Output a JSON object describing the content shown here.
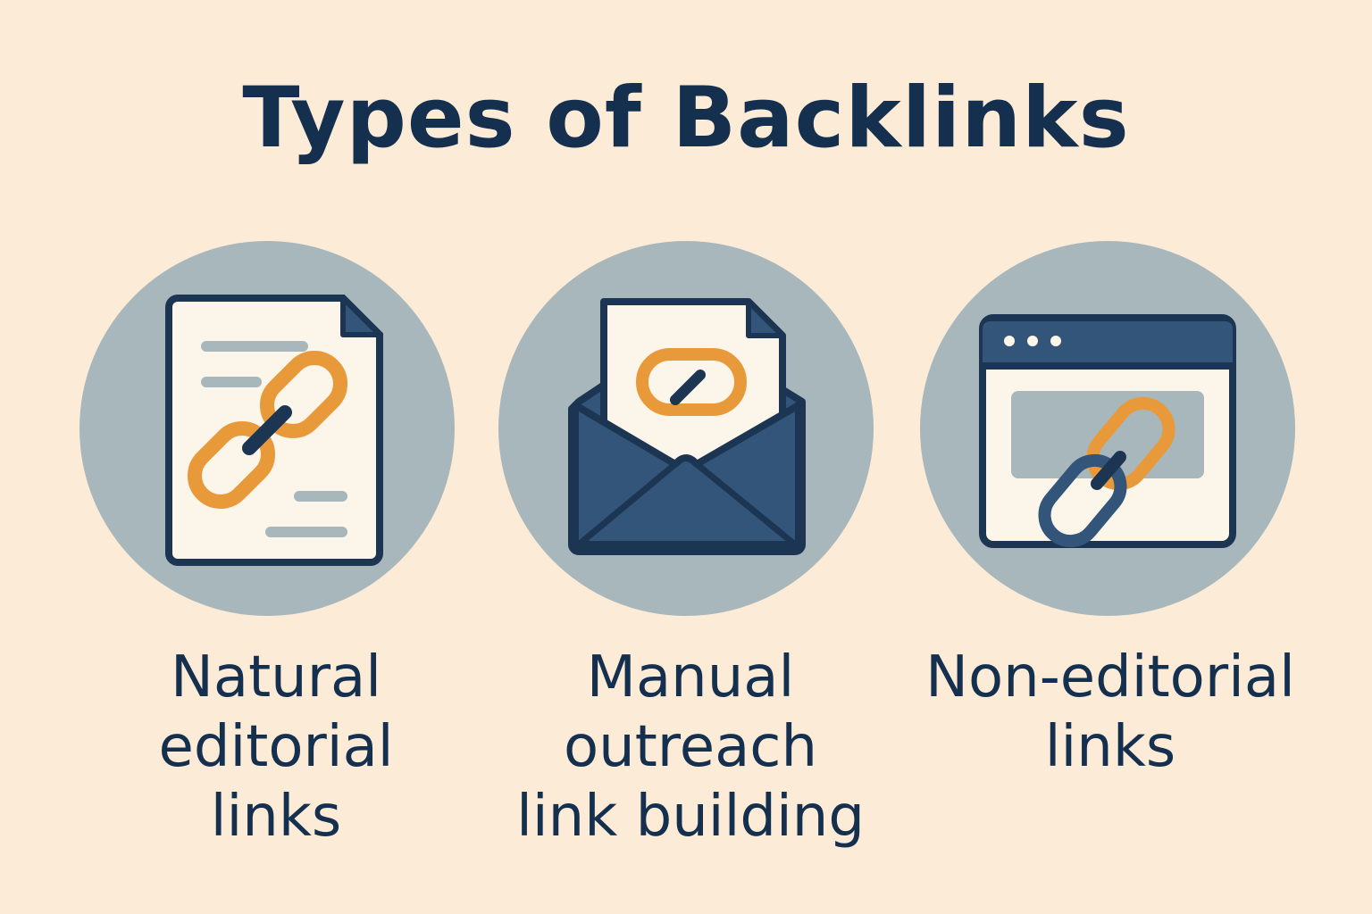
{
  "title": "Types of Backlinks",
  "colors": {
    "background": "#FCEBD6",
    "circle": "#A7B7BC",
    "navy": "#1B3552",
    "mid_navy": "#34557A",
    "orange": "#E89A3A",
    "paper": "#FBF5EA"
  },
  "items": [
    {
      "icon": "document-link-icon",
      "label_lines": [
        "Natural",
        "editorial",
        "links"
      ]
    },
    {
      "icon": "envelope-link-icon",
      "label_lines": [
        "Manual",
        "outreach",
        "link building"
      ]
    },
    {
      "icon": "browser-link-icon",
      "label_lines": [
        "Non-editorial",
        "links"
      ]
    }
  ]
}
